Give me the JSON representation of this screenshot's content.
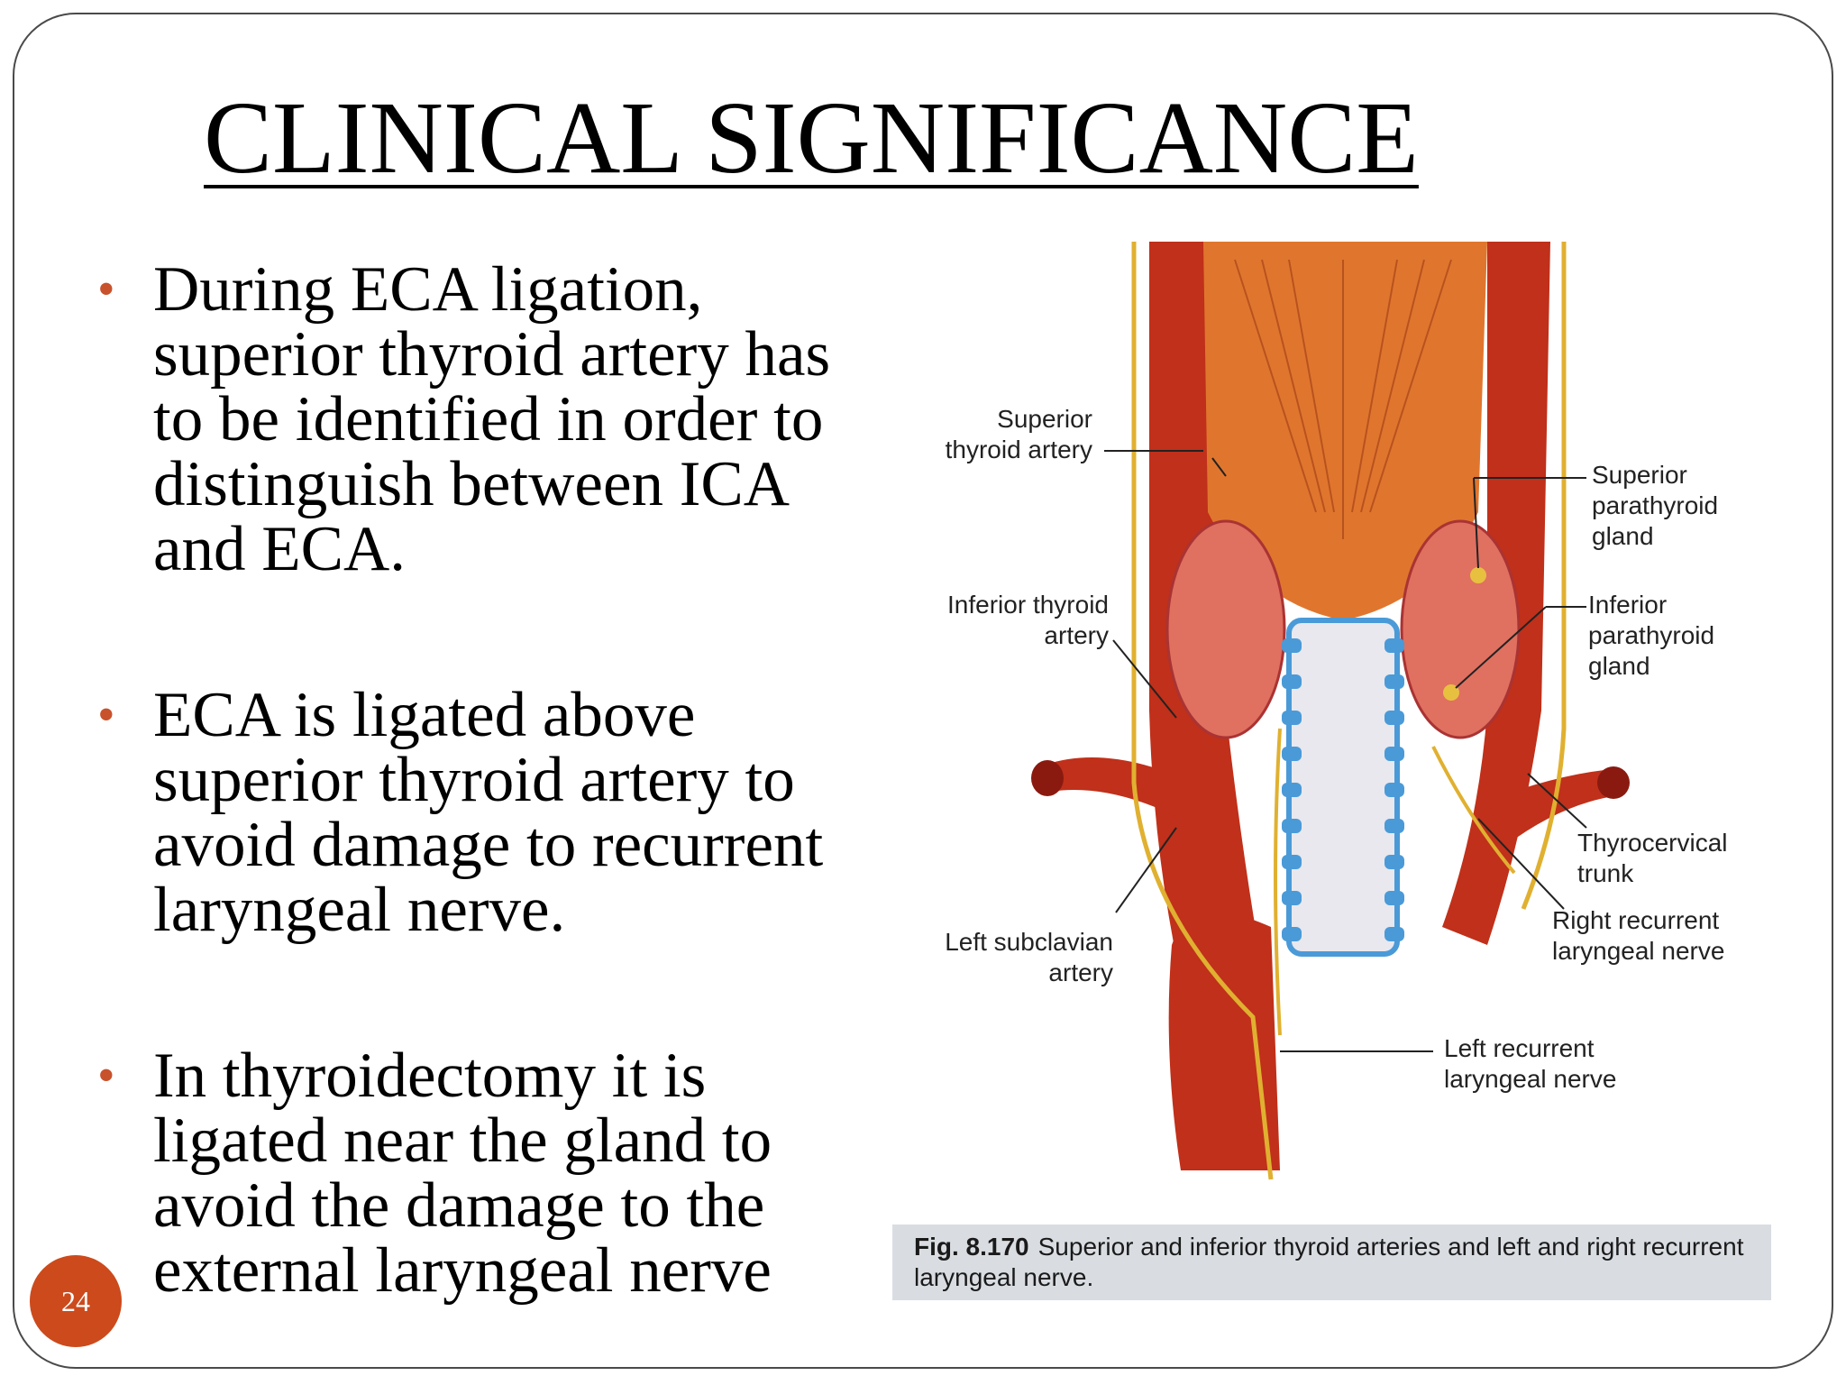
{
  "slide": {
    "title": "CLINICAL SIGNIFICANCE",
    "bullets": [
      "During ECA ligation, superior thyroid artery has to be identified in order to distinguish between ICA and ECA.",
      " ECA is ligated above superior thyroid artery to avoid damage to recurrent laryngeal nerve.",
      " In thyroidectomy it is ligated near the gland to avoid the damage to the external laryngeal nerve"
    ],
    "bullet_symbol": "•",
    "page_number": "24"
  },
  "figure": {
    "labels": {
      "superior_thyroid_artery": "Superior\nthyroid artery",
      "superior_parathyroid_gland": "Superior\nparathyroid\ngland",
      "inferior_thyroid_artery": "Inferior thyroid\nartery",
      "inferior_parathyroid_gland": "Inferior\nparathyroid\ngland",
      "thyrocervical_trunk": "Thyrocervical\ntrunk",
      "right_recurrent_laryngeal_nerve": "Right recurrent\nlaryngeal nerve",
      "left_subclavian_artery": "Left subclavian\nartery",
      "left_recurrent_laryngeal_nerve": "Left recurrent\nlaryngeal nerve"
    },
    "caption_label": "Fig. 8.170",
    "caption_text": "Superior and inferior thyroid arteries and left and right recurrent laryngeal nerve."
  },
  "colors": {
    "accent": "#cc4a1c",
    "artery": "#c0301a",
    "muscle": "#e0762e",
    "trachea": "#4a9ad8",
    "gland": "#e07060",
    "nerve": "#e0b030"
  }
}
